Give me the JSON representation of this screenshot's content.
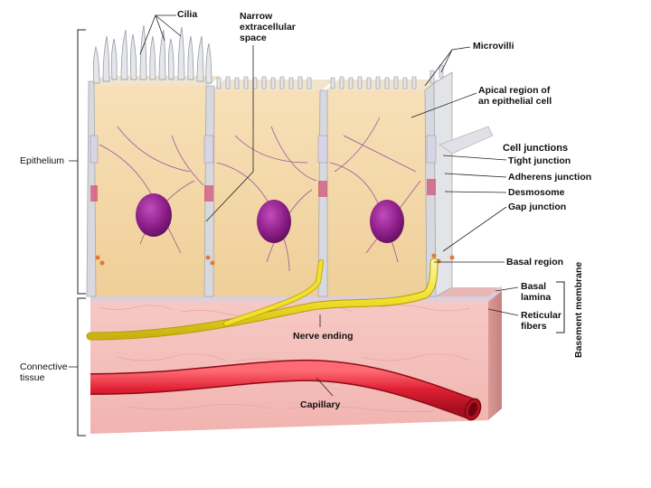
{
  "labels": {
    "cilia": "Cilia",
    "narrow_space": "Narrow\nextracellular\nspace",
    "microvilli": "Microvilli",
    "apical_region": "Apical region of\nan epithelial cell",
    "cell_junctions": "Cell junctions",
    "tight_junction": "Tight junction",
    "adherens_junction": "Adherens junction",
    "desmosome": "Desmosome",
    "gap_junction": "Gap junction",
    "epithelium": "Epithelium",
    "basal_region": "Basal region",
    "basal_lamina": "Basal\nlamina",
    "reticular_fibers": "Reticular\nfibers",
    "basement_membrane": "Basement membrane",
    "connective_tissue": "Connective\ntissue",
    "nerve_ending": "Nerve ending",
    "capillary": "Capillary"
  },
  "colors": {
    "cytoplasm": "#f3d6a4",
    "cell_membrane": "#c9ccd2",
    "nucleus": "#8e1f8a",
    "connective": "#f0b0b0",
    "nerve": "#f1e12a",
    "capillary": "#e01f33",
    "background": "#ffffff"
  }
}
